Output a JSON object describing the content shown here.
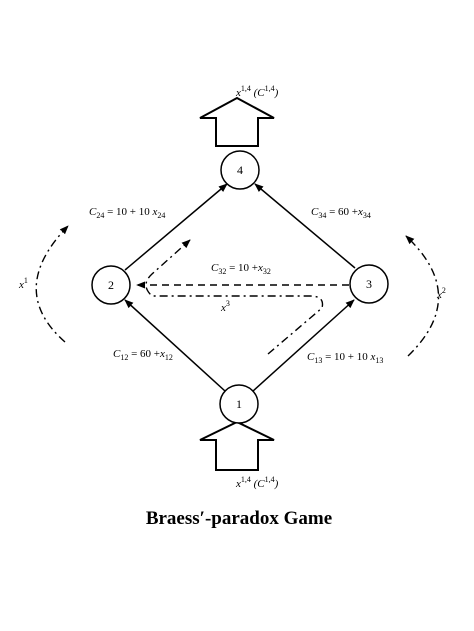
{
  "title": "Braess′-paradox Game",
  "nodes": [
    {
      "id": "node-1",
      "label": "1"
    },
    {
      "id": "node-2",
      "label": "2"
    },
    {
      "id": "node-3",
      "label": "3"
    },
    {
      "id": "node-4",
      "label": "4"
    }
  ],
  "edges": {
    "e24": {
      "pre": "C",
      "sub": "24",
      "mid": " = 10 + 10 ",
      "var": "x",
      "vsub": "24"
    },
    "e34": {
      "pre": "C",
      "sub": "34",
      "mid": " = 60 +",
      "var": "x",
      "vsub": "34"
    },
    "e32": {
      "pre": "C",
      "sub": "32",
      "mid": " = 10 +",
      "var": "x",
      "vsub": "32"
    },
    "e12": {
      "pre": "C",
      "sub": "12",
      "mid": " = 60 +",
      "var": "x",
      "vsub": "12"
    },
    "e13": {
      "pre": "C",
      "sub": "13",
      "mid": " = 10 + 10 ",
      "var": "x",
      "vsub": "13"
    }
  },
  "flows": {
    "inflow": {
      "var": "x",
      "sup": "1,4",
      "cpre": "(C",
      "csup": "1,4",
      "cpost": ")"
    },
    "outflow": {
      "var": "x",
      "sup": "1,4",
      "cpre": "(C",
      "csup": "1,4",
      "cpost": ")"
    },
    "path1": {
      "var": "x",
      "sup": "1"
    },
    "path2": {
      "var": "x",
      "sup": "2"
    },
    "path3": {
      "var": "x",
      "sup": "3"
    }
  }
}
